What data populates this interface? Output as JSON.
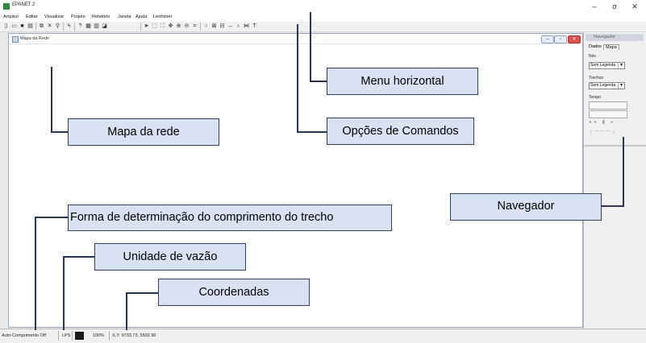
{
  "window": {
    "title": "EPANET 2",
    "minimize": "–",
    "maximize": "σ",
    "close": "✕"
  },
  "menu": [
    "Arquivo",
    "Editar",
    "Visualizar",
    "Projeto",
    "Relatório",
    "Janela",
    "Ajuda",
    "Lenhsnet"
  ],
  "map_window": {
    "title": "Mapa da Rede"
  },
  "browser": {
    "title": "Navegador",
    "tabs": [
      "Dados",
      "Mapa"
    ],
    "active_tab": "Mapa",
    "no_label": "Nós",
    "no_value": "Sem Legenda",
    "trechos_label": "Trechos",
    "trechos_value": "Sem Legenda",
    "tempo_label": "Tempo"
  },
  "statusbar": {
    "length": "Auto-Comprimento Off",
    "flow_units": "LPS",
    "zoom": "100%",
    "coordinates": "X,Y: 9733.73, 5502.96"
  },
  "annotations": {
    "menu_horizontal": "Menu horizontal",
    "mapa_rede": "Mapa da rede",
    "opcoes_comandos": "Opções de Comandos",
    "navegador": "Navegador",
    "forma_comprimento": "Forma de determinação do comprimento do trecho",
    "unidade_vazao": "Unidade de vazão",
    "coordenadas": "Coordenadas"
  },
  "colors": {
    "callout_fill": "#d9e2f2",
    "callout_border": "#33415c",
    "leader_line": "#2a3650"
  }
}
